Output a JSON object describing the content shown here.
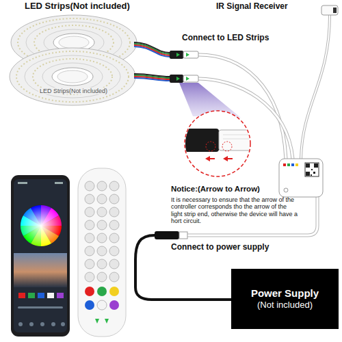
{
  "diagram": {
    "nodes": [
      {
        "text": [
          "Power Supply",
          "(Not included)"
        ]
      }
    ],
    "labels": [
      "LED Strips(Not included)",
      "LED Strips(Not included)",
      "IR Signal Receiver",
      "Connect to LED Strips",
      "Notice:(Arrow to Arrow)",
      "It is necessary to ensure that the arrow of the controller corresponds tho the arrow of the light strip end, otherwise the device will have a hort circuit.",
      "Connect to power supply"
    ]
  }
}
